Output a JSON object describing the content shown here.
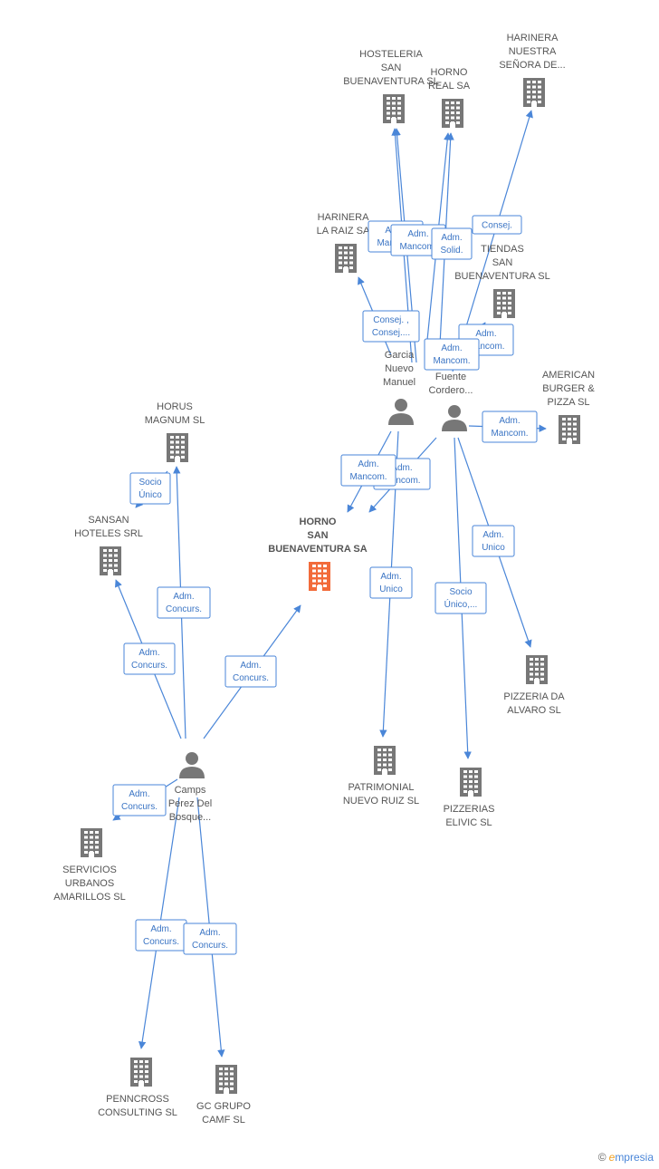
{
  "focus": {
    "lines": [
      "HORNO",
      "SAN",
      "BUENAVENTURA SA"
    ],
    "color": "#f26b3a"
  },
  "companies": [
    {
      "id": "hosteleria",
      "lines": [
        "HOSTELERIA",
        "SAN",
        "BUENAVENTURA SL"
      ]
    },
    {
      "id": "horno_real",
      "lines": [
        "HORNO",
        "REAL SA"
      ]
    },
    {
      "id": "harinera_nuestra",
      "lines": [
        "HARINERA",
        "NUESTRA",
        "SEÑORA DE..."
      ]
    },
    {
      "id": "harinera_raiz",
      "lines": [
        "HARINERA",
        "LA RAIZ SA"
      ]
    },
    {
      "id": "tiendas",
      "lines": [
        "TIENDAS",
        "SAN",
        "BUENAVENTURA SL"
      ]
    },
    {
      "id": "american",
      "lines": [
        "AMERICAN",
        "BURGER &",
        "PIZZA SL"
      ]
    },
    {
      "id": "horus",
      "lines": [
        "HORUS",
        "MAGNUM SL"
      ]
    },
    {
      "id": "sansan",
      "lines": [
        "SANSAN",
        "HOTELES SRL"
      ]
    },
    {
      "id": "pizzeria_alvaro",
      "lines": [
        "PIZZERIA DA",
        "ALVARO SL"
      ]
    },
    {
      "id": "patrimonial",
      "lines": [
        "PATRIMONIAL",
        "NUEVO RUIZ SL"
      ]
    },
    {
      "id": "pizzerias_elivic",
      "lines": [
        "PIZZERIAS",
        "ELIVIC SL"
      ]
    },
    {
      "id": "servicios",
      "lines": [
        "SERVICIOS",
        "URBANOS",
        "AMARILLOS SL"
      ]
    },
    {
      "id": "penncross",
      "lines": [
        "PENNCROSS",
        "CONSULTING SL"
      ]
    },
    {
      "id": "gc_grupo",
      "lines": [
        "GC GRUPO",
        "CAMF SL"
      ]
    }
  ],
  "persons": [
    {
      "id": "garcia",
      "lines": [
        "Garcia",
        "Nuevo",
        "Manuel"
      ]
    },
    {
      "id": "fuente",
      "lines": [
        "Fuente",
        "Cordero..."
      ]
    },
    {
      "id": "camps",
      "lines": [
        "Camps",
        "Perez Del",
        "Bosque..."
      ]
    }
  ],
  "relations": [
    {
      "id": "r1",
      "lines": [
        "Adm.",
        "Mancom."
      ]
    },
    {
      "id": "r2",
      "lines": [
        "Adm.",
        "Mancom."
      ]
    },
    {
      "id": "r3",
      "lines": [
        "Adm.",
        "Solid."
      ]
    },
    {
      "id": "r4",
      "lines": [
        "Consej."
      ]
    },
    {
      "id": "r5",
      "lines": [
        "Consej. ,",
        "Consej...."
      ]
    },
    {
      "id": "r6",
      "lines": [
        "Adm.",
        "Mancom."
      ]
    },
    {
      "id": "r7",
      "lines": [
        "Adm.",
        "Mancom."
      ]
    },
    {
      "id": "r8",
      "lines": [
        "Adm.",
        "Mancom."
      ]
    },
    {
      "id": "r9",
      "lines": [
        "Adm.",
        "Mancom."
      ]
    },
    {
      "id": "r10",
      "lines": [
        "Adm.",
        "Mancom."
      ]
    },
    {
      "id": "r11",
      "lines": [
        "Adm.",
        "Unico"
      ]
    },
    {
      "id": "r12",
      "lines": [
        "Socio",
        "Único,..."
      ]
    },
    {
      "id": "r13",
      "lines": [
        "Adm.",
        "Unico"
      ]
    },
    {
      "id": "r14",
      "lines": [
        "Socio",
        "Único"
      ]
    },
    {
      "id": "r15",
      "lines": [
        "Adm.",
        "Concurs."
      ]
    },
    {
      "id": "r16",
      "lines": [
        "Adm.",
        "Concurs."
      ]
    },
    {
      "id": "r17",
      "lines": [
        "Adm.",
        "Concurs."
      ]
    },
    {
      "id": "r18",
      "lines": [
        "Adm.",
        "Concurs."
      ]
    },
    {
      "id": "r19",
      "lines": [
        "Adm.",
        "Concurs."
      ]
    },
    {
      "id": "r20",
      "lines": [
        "Adm.",
        "Concurs."
      ]
    }
  ],
  "colors": {
    "edge": "#4a86d8",
    "icon": "#777777",
    "focus": "#f26b3a"
  },
  "brand": {
    "copyright": "©",
    "initial": "e",
    "rest": "mpresia"
  }
}
